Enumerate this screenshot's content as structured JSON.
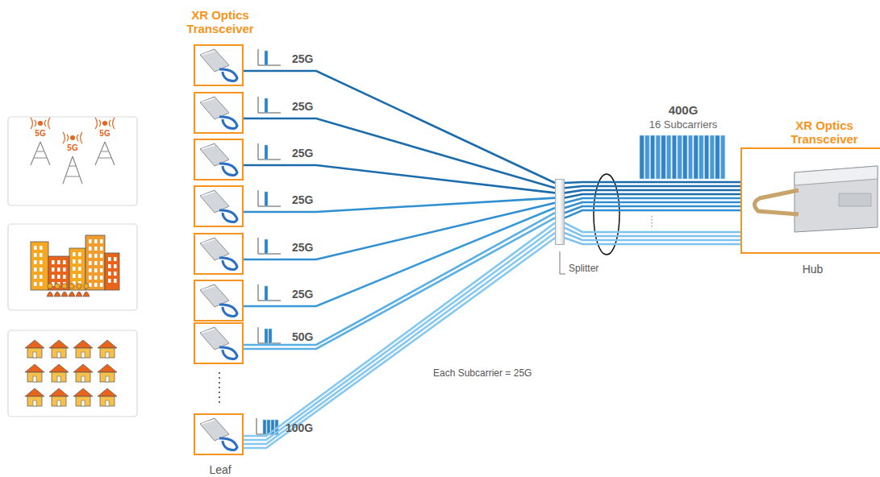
{
  "diagram": {
    "nodes": [
      {
        "text": [
          "XR Optics Transceiver",
          "25G"
        ]
      },
      {
        "text": [
          "25G"
        ]
      },
      {
        "text": [
          "25G"
        ]
      },
      {
        "text": [
          "25G"
        ]
      },
      {
        "text": [
          "25G"
        ]
      },
      {
        "text": [
          "25G"
        ]
      },
      {
        "text": [
          "50G"
        ]
      },
      {
        "text": [
          "100G",
          "Leaf"
        ]
      },
      {
        "text": [
          "Splitter"
        ]
      },
      {
        "text": [
          "XR Optics Transceiver",
          "Hub"
        ]
      }
    ],
    "edges": [
      {
        "from": 0,
        "to": 8,
        "arrow": "none"
      },
      {
        "from": 1,
        "to": 8,
        "arrow": "none"
      },
      {
        "from": 2,
        "to": 8,
        "arrow": "none"
      },
      {
        "from": 3,
        "to": 8,
        "arrow": "none"
      },
      {
        "from": 4,
        "to": 8,
        "arrow": "none"
      },
      {
        "from": 5,
        "to": 8,
        "arrow": "none"
      },
      {
        "from": 6,
        "to": 8,
        "arrow": "none"
      },
      {
        "from": 7,
        "to": 8,
        "arrow": "none"
      },
      {
        "from": 8,
        "to": 9,
        "arrow": "none"
      }
    ],
    "labels": [
      "5G",
      "5G",
      "5G",
      "400G",
      "16 Subcarriers",
      "Each Subcarrier = 25G"
    ]
  }
}
